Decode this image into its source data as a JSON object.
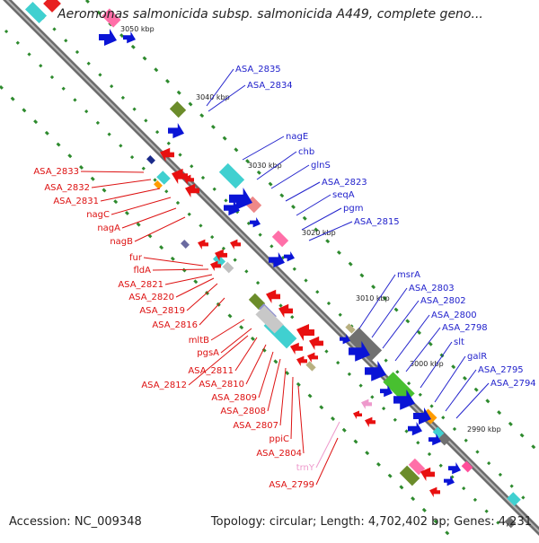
{
  "header": {
    "title": "Aeromonas salmonicida subsp. salmonicida A449, complete geno..."
  },
  "footer": {
    "accession": "Accession: NC_009348",
    "topology": "Topology: circular; Length: 4,702,402 bp; Genes: 4,231"
  },
  "colors": {
    "forward_label": "#2222cc",
    "reverse_label": "#dd1111",
    "rna_label": "#ee99cc",
    "backbone": "#808080",
    "track_dots": "#2d8a2d"
  },
  "scale_ticks": [
    "3050 kbp",
    "3040 kbp",
    "3030 kbp",
    "3020 kbp",
    "3010 kbp",
    "3000 kbp",
    "2990 kbp"
  ],
  "forward_genes": [
    "ASA_2835",
    "ASA_2834",
    "nagE",
    "chb",
    "glnS",
    "ASA_2823",
    "seqA",
    "pgm",
    "ASA_2815",
    "msrA",
    "ASA_2803",
    "ASA_2802",
    "ASA_2800",
    "ASA_2798",
    "slt",
    "galR",
    "ASA_2795",
    "ASA_2794"
  ],
  "reverse_genes": [
    "ASA_2833",
    "ASA_2832",
    "ASA_2831",
    "nagC",
    "nagA",
    "nagB",
    "fur",
    "fldA",
    "ASA_2821",
    "ASA_2820",
    "ASA_2819",
    "ASA_2816",
    "mltB",
    "pgsA",
    "ASA_2811",
    "ASA_2812",
    "ASA_2810",
    "ASA_2809",
    "ASA_2808",
    "ASA_2807",
    "ppiC",
    "ASA_2804",
    "ASA_2799"
  ],
  "rna_genes": [
    "trnY"
  ]
}
